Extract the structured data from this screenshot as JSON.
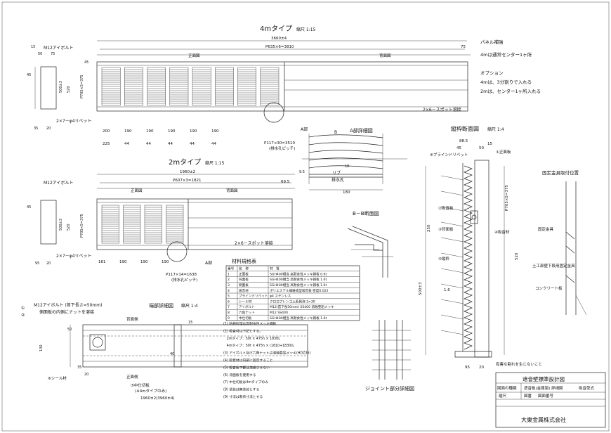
{
  "titles": {
    "type4m": "4mタイプ",
    "scale4m": "縮尺 1:15",
    "type2m": "2mタイプ",
    "scale2m": "縮尺 1:15",
    "detailA": "A部詳細図",
    "sectionBB": "B－B断面図",
    "frameSection": "縦枠断面図",
    "frameScale": "縮尺 1:4",
    "endDetail": "端部詳細図",
    "endScale": "縮尺 1:4",
    "jointDetail": "ジョイント部分詳細図",
    "mountPos": "固定金具取付位置",
    "materials": "材料規格表"
  },
  "notes": {
    "panel_reinforce": "パネル補強",
    "panel_4m": "4mは通常センター1ヶ所",
    "option": "オプション",
    "option_4m": "4mは、3分割りで入れる",
    "option_2m": "2mは、センター1ヶ所入れる"
  },
  "view4m": {
    "overall": "3660±4",
    "pitch": "P635×6=3810",
    "right_dim": "75",
    "front": "正面図",
    "back": "背面図",
    "bolt": "M12アイボルト",
    "d75": "75",
    "d50": "50",
    "d15": "15",
    "d45": "45",
    "d45b": "45",
    "d500": "500±3",
    "d520": "520",
    "p705": "P705×5=375",
    "d35": "35",
    "d20": "20",
    "rivet": "2×7－φ4リベット",
    "spot": "2×6－スポット溶接",
    "label_a": "A部",
    "bottom_dims": [
      "200",
      "190",
      "190",
      "190",
      "190",
      "190"
    ],
    "bottom_dims2": [
      "225",
      "44",
      "44",
      "44",
      "44",
      "44"
    ],
    "drain": "P117×30=3510",
    "drain_note": "(排水孔ピッチ)",
    "b_mark": "B"
  },
  "view2m": {
    "overall": "1960±2",
    "pitch": "P607×3=1821",
    "right_dim": "69.5",
    "front": "正面図",
    "back": "背面図",
    "bolt": "M12アイボルト",
    "d45": "45",
    "d500": "500±3",
    "d520": "520",
    "p705": "P705×5=375",
    "d95": "95",
    "d20": "20",
    "rivet": "2×7－φ4リベット",
    "spot": "2×6－スポット溶接",
    "label_a": "A部",
    "bottom_dims": [
      "161",
      "190",
      "190",
      "190"
    ],
    "drain": "P117×14=1638",
    "drain_note": "(排水孔ピッチ)"
  },
  "detailA": {
    "rib": "リブ",
    "drain": "排水孔",
    "d180": "180",
    "d10": "10",
    "d95": "9.5"
  },
  "frame": {
    "d88": "88.5",
    "d45": "45",
    "d50": "50",
    "d15": "15",
    "rivet": "⑥ブラインドリベット",
    "front": "①正面板",
    "sound": "②吸音板",
    "back": "③背面板",
    "insul": "④吸音材",
    "frame": "⑤縦枠",
    "d500": "500±3",
    "p705": "P705×5=375",
    "d520": "520",
    "d250": "250",
    "d95": "95",
    "d20": "20",
    "d16": "1.6",
    "warn": "有害な割れを生じないこと"
  },
  "mount": {
    "fixed": "固定金具",
    "earth": "土工部壁下段用固定金具",
    "concrete": "コンクリート板"
  },
  "endDetail": {
    "bolt_note": "M12アイボルト (首下長さ=50mm)",
    "bolt_note2": "側面板の内側にナットを溶接",
    "back": "背面側",
    "front": "正面側",
    "seal": "⑥シール材",
    "frame": "⑤中仕切板",
    "frame2": "(※4mタイプのみ)",
    "overall": "1960±2(3960±4)",
    "d15": "15",
    "d40": "40",
    "d35": "35",
    "d20": "20",
    "d50": "50",
    "d130": "130",
    "c1": "①",
    "c2": "②"
  },
  "materials": {
    "headers": [
      "番号",
      "名　称",
      "材　質"
    ],
    "rows": [
      [
        "1",
        "正面板",
        "SGH400相当 高耐食性メッキ鋼板 0.6t"
      ],
      [
        "2",
        "背面板",
        "SGH400相当 高耐食性メッキ鋼板 1.6t"
      ],
      [
        "3",
        "側面板",
        "SGH400相当 高耐食性メッキ鋼板 1.6t"
      ],
      [
        "4",
        "吸音材",
        "ポリエステル繊維成型吸音板 密度0.022"
      ],
      [
        "5",
        "ブラインドリベット",
        "φ4 ステンレス"
      ],
      [
        "6",
        "シール材",
        "クロロプレンゴム系発泡 3×30"
      ],
      [
        "7",
        "アイボルト",
        "M12(首下長50mm) SS400 溶融亜鉛メッキ"
      ],
      [
        "8",
        "六角ナット",
        "M12 SS400"
      ],
      [
        "9",
        "中仕切板",
        "SGH400相当 高耐食性メッキ鋼板 1.6t"
      ]
    ],
    "notes": [
      "(1) 防錆処理は高耐食性メッキ鋼板",
      "(2) 吸音材は下記とする。",
      "　2mタイプ：50t × 475h × 1830L",
      "　4mタイプ：50t × 475h × (1810+1830)L",
      "(3) アイボルト及び六角ナットは溶融亜鉛メッキ(HDZ35)",
      "(4) 吸音材は内部に固定すること",
      "(5) 吸音板下部は流通させない",
      "(6) 背面板を使用する",
      "(7) 中仕切板は4mタイプのみ",
      "(8) 塗装は無塗装とする",
      "(9) 寸法は製作寸法とする"
    ]
  },
  "title_block": {
    "name": "遮音壁標準設計図",
    "drawing_label": "図面の種類",
    "drawing_value": "遮音板(金属製) 詳細図",
    "type": "吸音型式",
    "scale_label": "縮尺",
    "no_label": "図番",
    "reg_label": "図面番号",
    "company": "大東金属株式会社"
  }
}
